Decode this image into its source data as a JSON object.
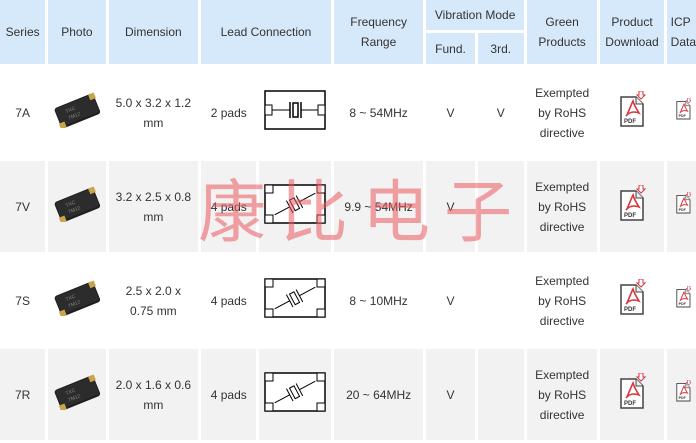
{
  "header": {
    "series": "Series",
    "photo": "Photo",
    "dimension": "Dimension",
    "lead": "Lead Connection",
    "frequency": "Frequency Range",
    "vibration": "Vibration Mode",
    "fund": "Fund.",
    "third": "3rd.",
    "green": "Green Products",
    "download": "Product Download",
    "icp": "ICP Data"
  },
  "rows": [
    {
      "series": "7A",
      "dimension": "5.0 x 3.2 x 1.2 mm",
      "pads": "2 pads",
      "diagram": "2-pad",
      "frequency": "8 ~ 54MHz",
      "fund": "V",
      "third": "V",
      "green": "Exempted by RoHS directive",
      "download_icon": "pdf-download-icon",
      "icp_icon": "pdf-icon"
    },
    {
      "series": "7V",
      "dimension": "3.2 x 2.5 x 0.8 mm",
      "pads": "4 pads",
      "diagram": "4-pad",
      "frequency": "9.9 ~ 54MHz",
      "fund": "V",
      "third": "",
      "green": "Exempted by RoHS directive",
      "download_icon": "pdf-download-icon",
      "icp_icon": "pdf-icon"
    },
    {
      "series": "7S",
      "dimension": "2.5 x 2.0 x 0.75 mm",
      "pads": "4 pads",
      "diagram": "4-pad",
      "frequency": "8 ~ 10MHz",
      "fund": "V",
      "third": "",
      "green": "Exempted by RoHS directive",
      "download_icon": "pdf-download-icon",
      "icp_icon": "pdf-icon"
    },
    {
      "series": "7R",
      "dimension": "2.0 x 1.6 x 0.6 mm",
      "pads": "4 pads",
      "diagram": "4-pad",
      "frequency": "20 ~ 64MHz",
      "fund": "V",
      "third": "",
      "green": "Exempted by RoHS directive",
      "download_icon": "pdf-download-icon",
      "icp_icon": "pdf-icon"
    }
  ],
  "watermark": "康比电子",
  "colors": {
    "header_bg": "#d6e9fa",
    "alt_row_bg": "#f2f2f2",
    "pdf_red": "#d9363e"
  }
}
